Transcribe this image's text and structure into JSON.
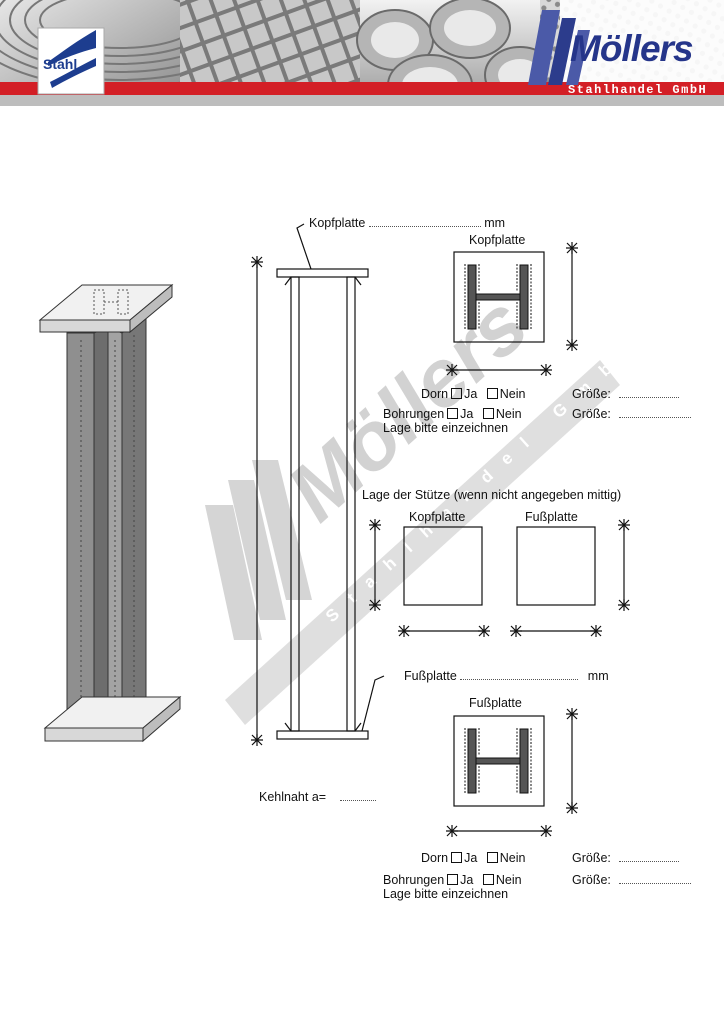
{
  "header": {
    "left_logo_text": "Stahl",
    "brand_name": "Möllers",
    "brand_sub": "Stahlhandel GmbH",
    "accent_color": "#d31f26",
    "logo_blue": "#1d3d8f"
  },
  "watermark": {
    "name": "Möllers",
    "sub": "Stahlhandel GmbH"
  },
  "drawing": {
    "kopfplatte_label": "Kopfplatte",
    "kopfplatte_unit": "mm",
    "fussplatte_label": "Fußplatte",
    "fussplatte_unit": "mm",
    "kehlnaht_label": "Kehlnaht  a="
  },
  "top_plate": {
    "title": "Kopfplatte",
    "dorn_label": "Dorn",
    "bohrungen_label": "Bohrungen",
    "ja_label": "Ja",
    "nein_label": "Nein",
    "groesse_label": "Größe:",
    "lage_note": "Lage bitte einzeichnen"
  },
  "position": {
    "heading": "Lage der Stütze (wenn nicht angegeben mittig)",
    "kopf_title": "Kopfplatte",
    "fuss_title": "Fußplatte"
  },
  "bottom_plate": {
    "title": "Fußplatte",
    "dorn_label": "Dorn",
    "bohrungen_label": "Bohrungen",
    "ja_label": "Ja",
    "nein_label": "Nein",
    "groesse_label": "Größe:",
    "lage_note": "Lage bitte einzeichnen"
  }
}
